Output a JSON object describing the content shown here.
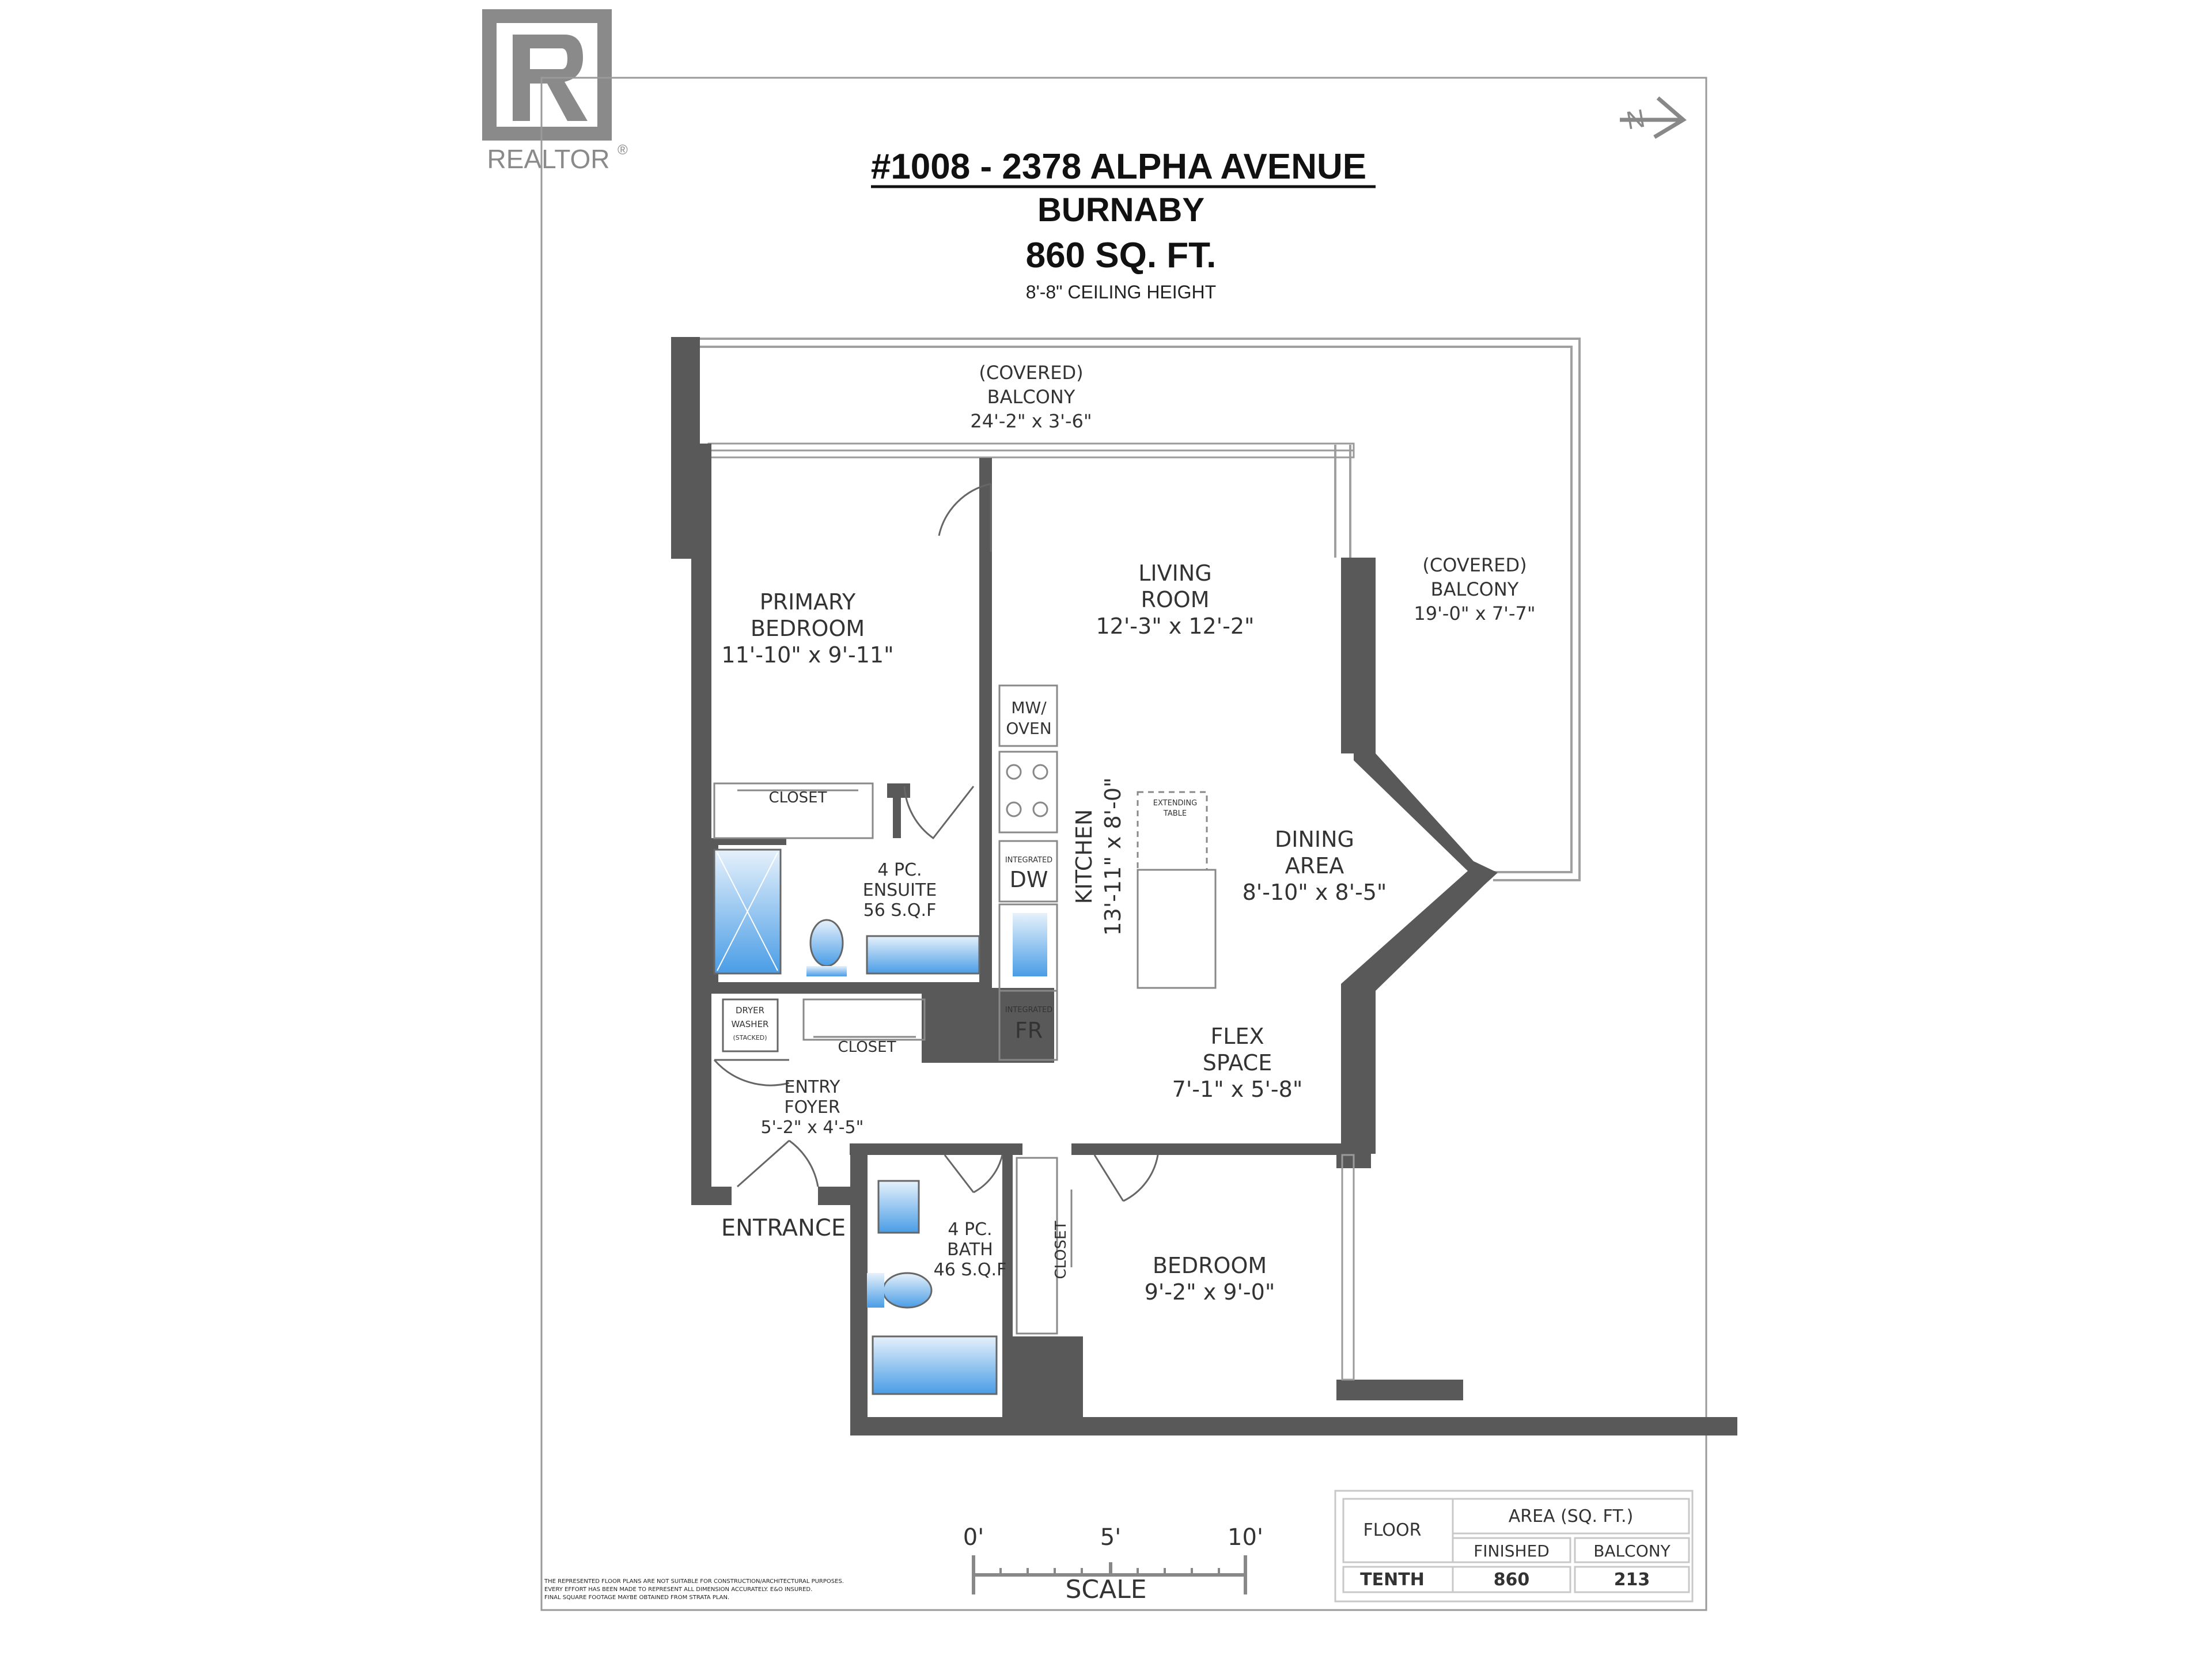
{
  "logo": {
    "text": "REALTOR",
    "mark": "®"
  },
  "compass": {
    "letter": "N"
  },
  "header": {
    "title": "#1008 - 2378 ALPHA AVENUE",
    "city": "BURNABY",
    "area": "860 SQ. FT.",
    "ceiling": "8'-8\" CEILING HEIGHT"
  },
  "rooms": {
    "balcony_top": {
      "l1": "(COVERED)",
      "l2": "BALCONY",
      "dims": "24'-2\" x 3'-6\""
    },
    "balcony_side": {
      "l1": "(COVERED)",
      "l2": "BALCONY",
      "dims": "19'-0\" x 7'-7\""
    },
    "primary_bedroom": {
      "l1": "PRIMARY",
      "l2": "BEDROOM",
      "dims": "11'-10\" x 9'-11\""
    },
    "living_room": {
      "l1": "LIVING",
      "l2": "ROOM",
      "dims": "12'-3\" x 12'-2\""
    },
    "kitchen": {
      "l1": "KITCHEN",
      "dims": "13'-11\" x 8'-0\""
    },
    "dining": {
      "l1": "DINING",
      "l2": "AREA",
      "dims": "8'-10\" x 8'-5\""
    },
    "ensuite": {
      "l1": "4 PC.",
      "l2": "ENSUITE",
      "l3": "56 S.Q.F"
    },
    "flex": {
      "l1": "FLEX",
      "l2": "SPACE",
      "dims": "7'-1\" x 5'-8\""
    },
    "foyer": {
      "l1": "ENTRY",
      "l2": "FOYER",
      "dims": "5'-2\" x 4'-5\""
    },
    "bath": {
      "l1": "4 PC.",
      "l2": "BATH",
      "l3": "46 S.Q.F"
    },
    "bedroom": {
      "l1": "BEDROOM",
      "dims": "9'-2\" x 9'-0\""
    }
  },
  "fixtures": {
    "closet_primary": "CLOSET",
    "closet_foyer": "CLOSET",
    "closet_bedroom": "CLOSET",
    "mw_oven_1": "MW/",
    "mw_oven_2": "OVEN",
    "dw_small": "INTEGRATED",
    "dw": "DW",
    "fr_small": "INTEGRATED",
    "fr": "FR",
    "extending_1": "EXTENDING",
    "extending_2": "TABLE",
    "dryer": "DRYER",
    "washer": "WASHER",
    "stacked": "(STACKED)",
    "entrance": "ENTRANCE"
  },
  "scale": {
    "t0": "0'",
    "t5": "5'",
    "t10": "10'",
    "label": "SCALE"
  },
  "area_table": {
    "floor_header": "FLOOR",
    "area_header": "AREA (SQ. FT.)",
    "finished_header": "FINISHED",
    "balcony_header": "BALCONY",
    "floor": "TENTH",
    "finished": "860",
    "balcony": "213"
  },
  "disclaimer": {
    "l1": "THE REPRESENTED FLOOR PLANS ARE NOT SUITABLE FOR CONSTRUCTION/ARCHITECTURAL PURPOSES.",
    "l2": "EVERY EFFORT HAS BEEN MADE TO REPRESENT ALL DIMENSION ACCURATELY. E&O INSURED.",
    "l3": "FINAL SQUARE FOOTAGE MAYBE OBTAINED FROM STRATA PLAN."
  }
}
